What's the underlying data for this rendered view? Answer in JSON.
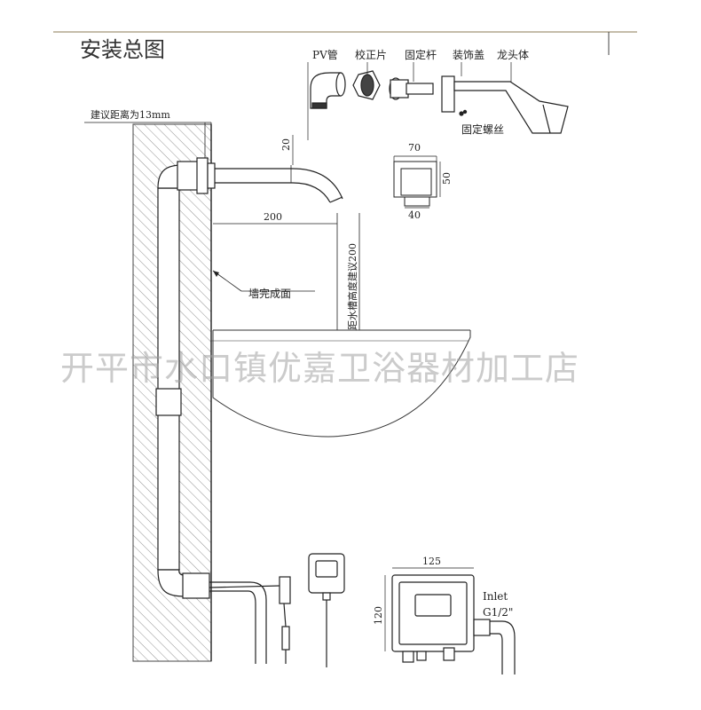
{
  "title": "安装总图",
  "parts": {
    "pv_pipe": "PV管",
    "adjust_piece": "校正片",
    "fixing_rod": "固定杆",
    "decor_cover": "装饰盖",
    "faucet_body": "龙头体",
    "fixing_screw": "固定螺丝"
  },
  "notes": {
    "suggested_distance": "建议距离为13mm",
    "wall_surface": "墙完成面",
    "sink_height": "距水槽高度建议200"
  },
  "dimensions": {
    "spout_drop": "20",
    "spout_reach": "200",
    "cover_width": "70",
    "cover_height": "50",
    "cover_depth": "40",
    "box_width": "125",
    "box_height": "120"
  },
  "inlet": {
    "label": "Inlet",
    "size": "G1/2\""
  },
  "watermark": "开平市水口镇优嘉卫浴器材加工店",
  "colors": {
    "line": "#1a1a1a",
    "wall": "#555555"
  }
}
